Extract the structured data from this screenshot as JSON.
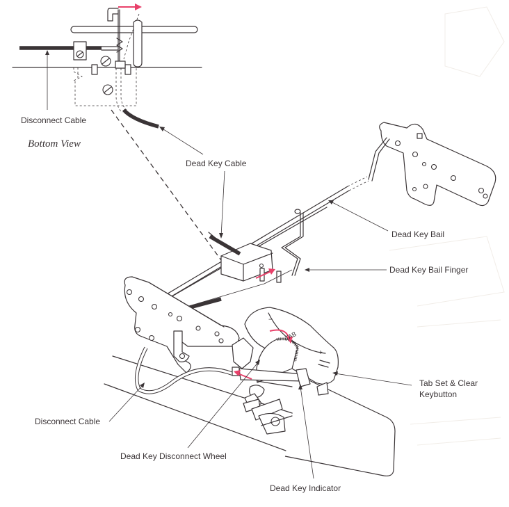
{
  "figure": {
    "inset_title": "Bottom View",
    "accent_color": "#e8416a",
    "ink_color": "#3a3436",
    "labels": {
      "disconnect_cable_top": "Disconnect Cable",
      "dead_key_cable": "Dead Key Cable",
      "dead_key_bail": "Dead Key Bail",
      "dead_key_bail_finger": "Dead Key Bail Finger",
      "tab_set_clear_line1": "Tab Set & Clear",
      "tab_set_clear_line2": "Keybutton",
      "disconnect_cable_bottom": "Disconnect Cable",
      "dead_key_disconnect_wheel": "Dead Key Disconnect Wheel",
      "dead_key_indicator": "Dead Key Indicator"
    },
    "keybutton_markings": {
      "minus": "−",
      "tab": "TAB",
      "plus": "+"
    }
  }
}
